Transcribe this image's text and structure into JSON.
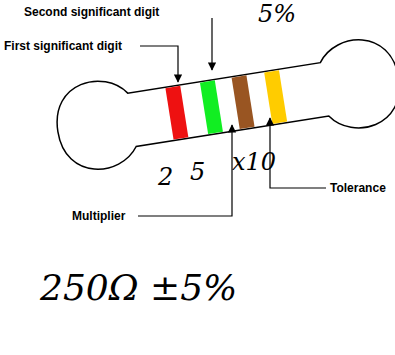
{
  "diagram": {
    "labels": [
      "Second significant digit",
      "First significant digit",
      "Multiplier",
      "Tolerance",
      "5%",
      "2",
      "5",
      "x10",
      "250Ω ±5%"
    ]
  }
}
